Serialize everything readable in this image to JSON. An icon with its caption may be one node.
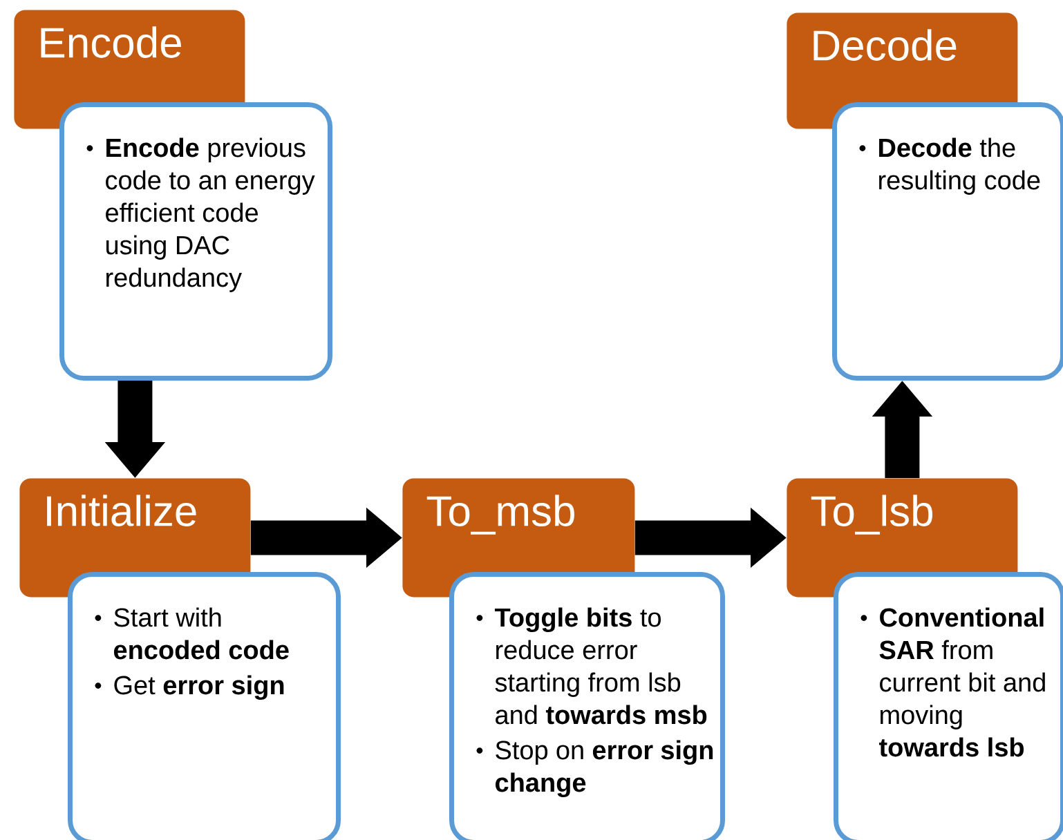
{
  "diagram": {
    "nodes": [
      {
        "text": [
          "Encode"
        ]
      },
      {
        "text": [
          "**Encode** previous code to an energy efficient code using DAC redundancy"
        ]
      },
      {
        "text": [
          "Decode"
        ]
      },
      {
        "text": [
          "**Decode** the resulting code"
        ]
      },
      {
        "text": [
          "Initialize"
        ]
      },
      {
        "text": [
          "Start with **encoded code**",
          "Get **error sign**"
        ]
      },
      {
        "text": [
          "To_msb"
        ]
      },
      {
        "text": [
          "**Toggle bits** to reduce error starting from lsb and **towards msb**",
          "Stop on **error sign change**"
        ]
      },
      {
        "text": [
          "To_lsb"
        ]
      },
      {
        "text": [
          "**Conventional SAR** from current bit and moving **towards lsb**"
        ]
      }
    ],
    "edges": [
      {
        "from": 1,
        "to": 4,
        "arrow": "to"
      },
      {
        "from": 4,
        "to": 6,
        "arrow": "to"
      },
      {
        "from": 6,
        "to": 8,
        "arrow": "to"
      },
      {
        "from": 8,
        "to": 3,
        "arrow": "to"
      }
    ]
  }
}
